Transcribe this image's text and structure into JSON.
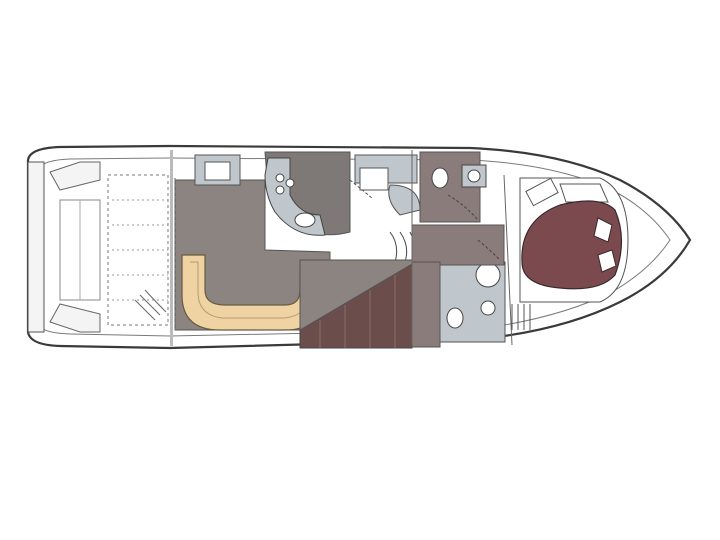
{
  "diagram": {
    "kind": "yacht-deck-plan",
    "colors": {
      "background": "#ffffff",
      "hull_line": "#3a3a3a",
      "deck_fill": "#f4f4f4",
      "salon_floor": "#8c8480",
      "galley_floor": "#7e7876",
      "seating": "#efd3a3",
      "cabin_floor": "#8a7c7a",
      "lower_rooms": "#6b4e4c",
      "forward_cabin": "#7a4a4e",
      "fixtures": "#bfc6cc",
      "bedding": "#ffffff"
    },
    "areas": [
      {
        "id": "aft-cockpit"
      },
      {
        "id": "salon"
      },
      {
        "id": "galley"
      },
      {
        "id": "dinette-seating"
      },
      {
        "id": "companionway"
      },
      {
        "id": "head"
      },
      {
        "id": "mid-cabin"
      },
      {
        "id": "forward-vip-cabin"
      }
    ]
  }
}
